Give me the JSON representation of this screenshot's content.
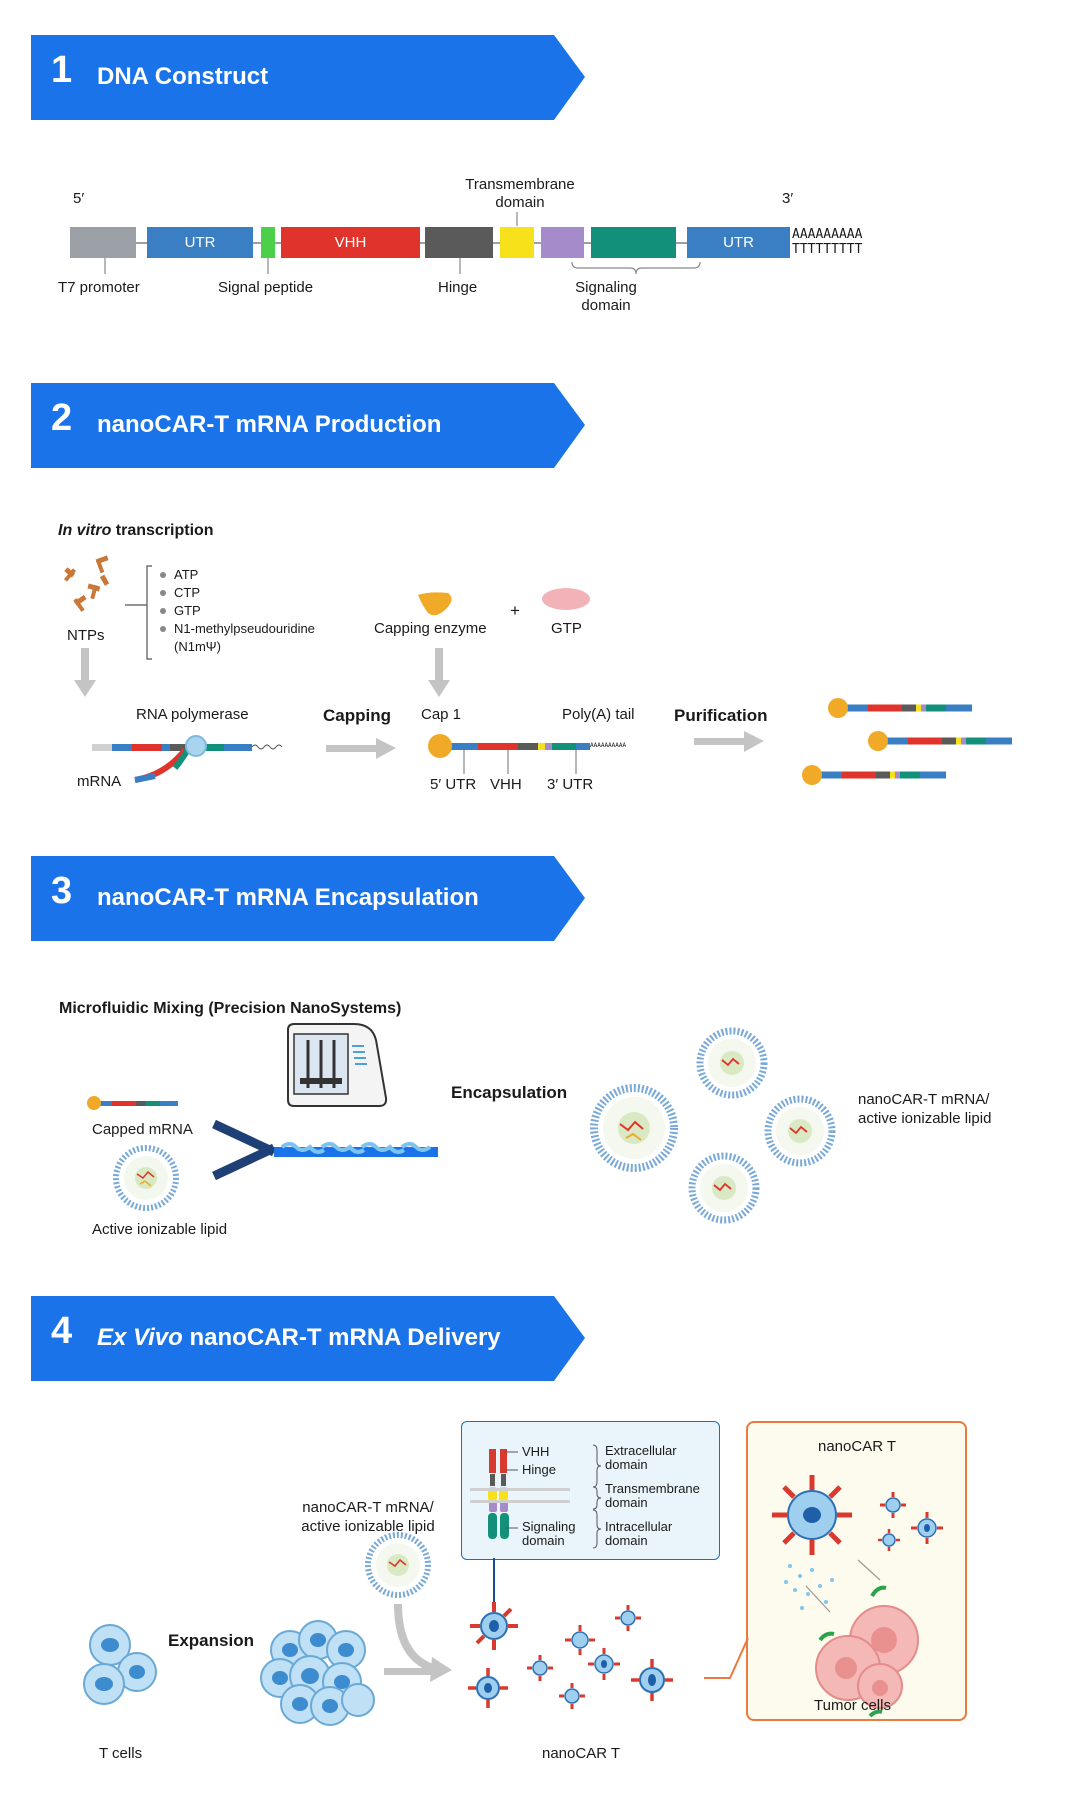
{
  "colors": {
    "banner": "#1a73e8",
    "utr": "#3a7fc4",
    "red": "#e0332b",
    "hinge": "#5a5a5a",
    "tm": "#f7e11b",
    "purple": "#a58bc9",
    "teal": "#13907a",
    "promoter": "#9aa0a6",
    "signal": "#4cd04a",
    "cap": "#f1a928"
  },
  "sections": [
    {
      "number": "1",
      "title": "DNA Construct"
    },
    {
      "number": "2",
      "title": "nanoCAR-T mRNA Production"
    },
    {
      "number": "3",
      "title": "nanoCAR-T mRNA Encapsulation"
    },
    {
      "number": "4",
      "title_italic": "Ex Vivo",
      "title_rest": " nanoCAR-T mRNA Delivery"
    }
  ],
  "construct": {
    "five_prime": "5′",
    "three_prime": "3′",
    "utr1": "UTR",
    "vhh": "VHH",
    "utr2": "UTR",
    "polyA_top": "AAAAAAAAA",
    "polyA_bottom": "TTTTTTTTT",
    "t7_promoter": "T7 promoter",
    "signal_peptide": "Signal peptide",
    "hinge": "Hinge",
    "transmembrane_1": "Transmembrane",
    "transmembrane_2": "domain",
    "signaling_1": "Signaling",
    "signaling_2": "domain"
  },
  "production": {
    "ivt_italic": "In vitro",
    "ivt_rest": " transcription",
    "ntps": "NTPs",
    "nucleotides": [
      "ATP",
      "CTP",
      "GTP",
      "N1-methylpseudouridine"
    ],
    "n1_abbrev": "(N1mΨ)",
    "capping_enzyme": "Capping enzyme",
    "plus": "+",
    "gtp": "GTP",
    "rna_polymerase": "RNA polymerase",
    "mrna": "mRNA",
    "capping": "Capping",
    "cap1": "Cap 1",
    "polya_tail": "Poly(A) tail",
    "utr5": "5′ UTR",
    "vhh": "VHH",
    "utr3": "3′ UTR",
    "purification": "Purification",
    "polyA": "AAAAAAAAAA"
  },
  "encapsulation": {
    "heading": "Microfluidic Mixing (Precision NanoSystems)",
    "capped_mrna": "Capped mRNA",
    "active_lipid": "Active ionizable lipid",
    "encapsulation": "Encapsulation",
    "result_1": "nanoCAR-T mRNA/",
    "result_2": "active ionizable lipid"
  },
  "delivery": {
    "t_cells": "T cells",
    "expansion": "Expansion",
    "lnp_1": "nanoCAR-T mRNA/",
    "lnp_2": "active ionizable lipid",
    "nanocar_t": "nanoCAR T",
    "panel": {
      "vhh": "VHH",
      "hinge": "Hinge",
      "signaling_1": "Signaling",
      "signaling_2": "domain",
      "extracellular_1": "Extracellular",
      "extracellular_2": "domain",
      "transmembrane_1": "Transmembrane",
      "transmembrane_2": "domain",
      "intracellular_1": "Intracellular",
      "intracellular_2": "domain"
    },
    "tumor_box_title": "nanoCAR T",
    "tumor_cells": "Tumor cells"
  }
}
